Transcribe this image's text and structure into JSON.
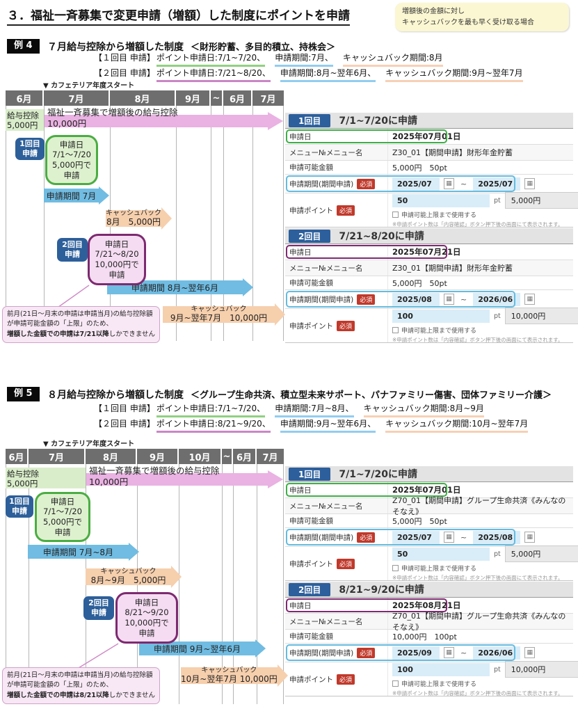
{
  "page": {
    "title": "３．福祉一斉募集で変更申請（増額）した制度にポイントを申請",
    "note_line1": "増額後の金額に対し",
    "note_line2": "キャッシュバックを最も早く受け取る場合"
  },
  "colors": {
    "accent_blue": "#2d5f9a",
    "box_green": "#4aad42",
    "box_purple": "#7d2a70",
    "arrow_pink": "#e9b2e2",
    "arrow_blue": "#70bce2",
    "arrow_orange": "#f6cfad",
    "required_red": "#c0392b",
    "highlight_green": "#d9edca",
    "note_pink": "#f8e7f5",
    "month_header_gray": "#6e6e6e",
    "input_blue": "#d9edf8",
    "note_yellow": "#fbf7d2"
  },
  "form_labels": {
    "date": "申請日",
    "menu": "メニュー№メニュー名",
    "amount": "申請可能金額",
    "period": "申請期間(期間申請)",
    "points": "申請ポイント",
    "required": "必須",
    "pt": "pt",
    "tilde": "~",
    "calendar_icon": "▦",
    "checkbox": "申請可能上限まで使用する",
    "note": "※申請ポイント数は「内容確認」ボタン押下後の画面にて表示されます。"
  },
  "examples": [
    {
      "badge": "例 4",
      "heading": "７月給与控除から増額した制度",
      "subheading": "＜財形貯蓄、多目的積立、持株会＞",
      "round1_label": "【１回目 申請】",
      "round1_apply": "ポイント申請日:7/1~7/20、",
      "round1_period": "申請期間:7月、",
      "round1_cashback": "キャッシュバック期間:8月",
      "round2_label": "【２回目 申請】",
      "round2_apply": "ポイント申請日:7/21~8/20、",
      "round2_period": "申請期間:8月~翌年6月、",
      "round2_cashback": "キャッシュバック期間:9月~翌年7月",
      "timeline_start": "▼ カフェテリア年度スタート",
      "months": [
        "6月",
        "7月",
        "8月",
        "9月",
        "~",
        "6月",
        "7月"
      ],
      "chart": {
        "deduction_line1": "給与控除",
        "deduction_line2": "5,000円",
        "increased_line1": "福祉一斉募集で増額後の給与控除",
        "increased_line2": "10,000円",
        "badge1_line1": "1回目",
        "badge1_line2": "申請",
        "box1": [
          "申請日",
          "7/1～7/20",
          "5,000円で",
          "申請"
        ],
        "period1": "申請期間 7月",
        "cashback1_line1": "キャッシュバック",
        "cashback1_line2": "8月　5,000円",
        "badge2_line1": "2回目",
        "badge2_line2": "申請",
        "box2": [
          "申請日",
          "7/21～8/20",
          "10,000円で",
          "申請"
        ],
        "period2": "申請期間 8月~翌年6月",
        "cashback2_line1": "キャッシュバック",
        "cashback2_line2": "9月~翌年7月　10,000円",
        "note_line1": "前月(21日～月末の申請は申請当月)の給与控除額",
        "note_line2": "が申請可能金額の「上限」のため、",
        "note_bold": "増額した金額での申請は7/21以降",
        "note_tail": "しかできません"
      },
      "forms": [
        {
          "badge": "1回目",
          "title": "7/1~7/20に申請",
          "date": "2025年07月01日",
          "menu": "Z30_01【期間申請】財形年金貯蓄",
          "amount": "5,000円　50pt",
          "from": "2025/07",
          "to": "2025/07",
          "points": "50",
          "yen": "5,000円"
        },
        {
          "badge": "2回目",
          "title": "7/21~8/20に申請",
          "date": "2025年07月21日",
          "menu": "Z30_01【期間申請】財形年金貯蓄",
          "amount": "5,000円　50pt",
          "from": "2025/08",
          "to": "2026/06",
          "points": "100",
          "yen": "10,000円"
        }
      ]
    },
    {
      "badge": "例 5",
      "heading": "８月給与控除から増額した制度",
      "subheading": "＜グループ生命共済、積立型未来サポート、パナファミリー傷害、団体ファミリー介護＞",
      "round1_label": "【１回目 申請】",
      "round1_apply": "ポイント申請日:7/1~7/20、",
      "round1_period": "申請期間:7月~8月、",
      "round1_cashback": "キャッシュバック期間:8月~9月",
      "round2_label": "【２回目 申請】",
      "round2_apply": "ポイント申請日:8/21~9/20、",
      "round2_period": "申請期間:9月~翌年6月、",
      "round2_cashback": "キャッシュバック期間:10月~翌年7月",
      "timeline_start": "▼ カフェテリア年度スタート",
      "months": [
        "6月",
        "7月",
        "8月",
        "9月",
        "10月",
        "~",
        "6月",
        "7月"
      ],
      "chart": {
        "deduction_line1": "給与控除",
        "deduction_line2": "5,000円",
        "increased_line1": "福祉一斉募集で増額後の給与控除",
        "increased_line2": "10,000円",
        "badge1_line1": "1回目",
        "badge1_line2": "申請",
        "box1": [
          "申請日",
          "7/1～7/20",
          "5,000円で",
          "申請"
        ],
        "period1": "申請期間 7月~8月",
        "cashback1_line1": "キャッシュバック",
        "cashback1_line2": "8月~9月　5,000円",
        "badge2_line1": "2回目",
        "badge2_line2": "申請",
        "box2": [
          "申請日",
          "8/21～9/20",
          "10,000円で",
          "申請"
        ],
        "period2": "申請期間 9月~翌年6月",
        "cashback2_line1": "キャッシュバック",
        "cashback2_line2": "10月~翌年7月 10,000円",
        "note_line1": "前月(21日～月末の申請は申請当月)の給与控除額",
        "note_line2": "が申請可能金額の「上限」のため、",
        "note_bold": "増額した金額での申請は8/21以降",
        "note_tail": "しかできません"
      },
      "forms": [
        {
          "badge": "1回目",
          "title": "7/1~7/20に申請",
          "date": "2025年07月01日",
          "menu": "Z70_01【期間申請】グループ生命共済《みんなのそなえ》",
          "amount": "5,000円　50pt",
          "from": "2025/07",
          "to": "2025/08",
          "points": "50",
          "yen": "5,000円"
        },
        {
          "badge": "2回目",
          "title": "8/21~9/20に申請",
          "date": "2025年08月21日",
          "menu": "Z70_01【期間申請】グループ生命共済《みんなのそなえ》",
          "amount": "10,000円　100pt",
          "from": "2025/09",
          "to": "2026/06",
          "points": "100",
          "yen": "10,000円"
        }
      ]
    }
  ]
}
